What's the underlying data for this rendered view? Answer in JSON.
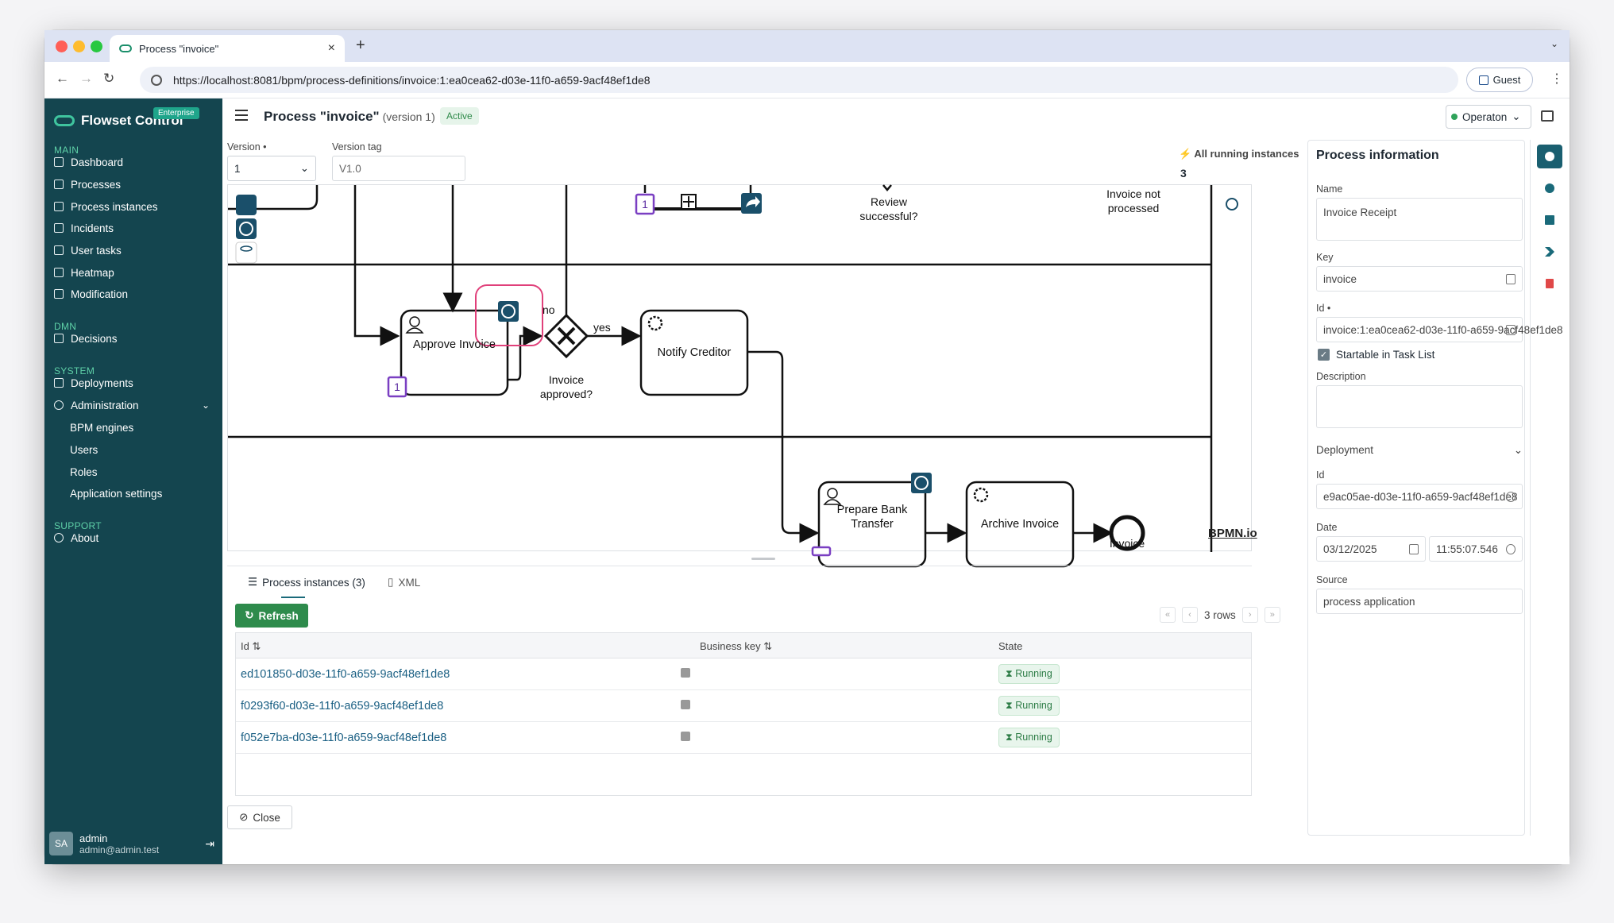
{
  "browser": {
    "tab_title": "Process \"invoice\"",
    "url": "https://localhost:8081/bpm/process-definitions/invoice:1:ea0cea62-d03e-11f0-a659-9acf48ef1de8",
    "guest_label": "Guest"
  },
  "sidebar": {
    "brand": "Flowset Control",
    "badge": "Enterprise",
    "sections": {
      "main": "MAIN",
      "dmn": "DMN",
      "system": "SYSTEM",
      "support": "SUPPORT"
    },
    "items": {
      "dashboard": "Dashboard",
      "processes": "Processes",
      "process_instances": "Process instances",
      "incidents": "Incidents",
      "user_tasks": "User tasks",
      "heatmap": "Heatmap",
      "modification": "Modification",
      "decisions": "Decisions",
      "deployments": "Deployments",
      "administration": "Administration",
      "bpm_engines": "BPM engines",
      "users": "Users",
      "roles": "Roles",
      "application_settings": "Application settings",
      "about": "About"
    },
    "user": {
      "initials": "SA",
      "name": "admin",
      "email": "admin@admin.test"
    }
  },
  "header": {
    "title": "Process \"invoice\"",
    "version_text": "(version 1)",
    "status": "Active",
    "engine": "Operaton"
  },
  "filters": {
    "version_label": "Version •",
    "version_value": "1",
    "version_tag_label": "Version tag",
    "version_tag_value": "V1.0",
    "running_label": "All running instances",
    "running_count": "3"
  },
  "diagram": {
    "approve_invoice": "Approve Invoice",
    "notify_creditor": "Notify Creditor",
    "prepare_bank_transfer": "Prepare Bank Transfer",
    "archive_invoice": "Archive Invoice",
    "invoice_approved": "Invoice approved?",
    "review_successful": "Review successful?",
    "invoice_not_processed": "Invoice not processed",
    "invoice_end": "Invoice",
    "label_yes": "yes",
    "label_no": "no",
    "counter": "1",
    "watermark": "BPMN.io"
  },
  "bottom_tabs": {
    "instances": "Process instances (3)",
    "xml": "XML"
  },
  "table": {
    "refresh_label": "Refresh",
    "rows_label": "3 rows",
    "headers": {
      "id": "Id",
      "business_key": "Business key",
      "state": "State"
    },
    "rows": [
      {
        "id": "ed101850-d03e-11f0-a659-9acf48ef1de8",
        "business_key": "",
        "state": "Running"
      },
      {
        "id": "f0293f60-d03e-11f0-a659-9acf48ef1de8",
        "business_key": "",
        "state": "Running"
      },
      {
        "id": "f052e7ba-d03e-11f0-a659-9acf48ef1de8",
        "business_key": "",
        "state": "Running"
      }
    ]
  },
  "close_label": "Close",
  "info": {
    "title": "Process information",
    "name_label": "Name",
    "name_value": "Invoice Receipt",
    "key_label": "Key",
    "key_value": "invoice",
    "id_label": "Id •",
    "id_value": "invoice:1:ea0cea62-d03e-11f0-a659-9acf48ef1de8",
    "startable_label": "Startable in Task List",
    "description_label": "Description",
    "deployment_label": "Deployment",
    "dep_id_label": "Id",
    "dep_id_value": "e9ac05ae-d03e-11f0-a659-9acf48ef1de8",
    "date_label": "Date",
    "date_value": "03/12/2025",
    "time_value": "11:55:07.546",
    "source_label": "Source",
    "source_value": "process application"
  },
  "colors": {
    "sidebar": "#14454f",
    "accent": "#3fc49e",
    "success": "#2e8b4c",
    "link": "#1a5f83",
    "rail_info": "#1a5f70",
    "suspend": "#1a6a7a",
    "delete": "#e04848"
  }
}
